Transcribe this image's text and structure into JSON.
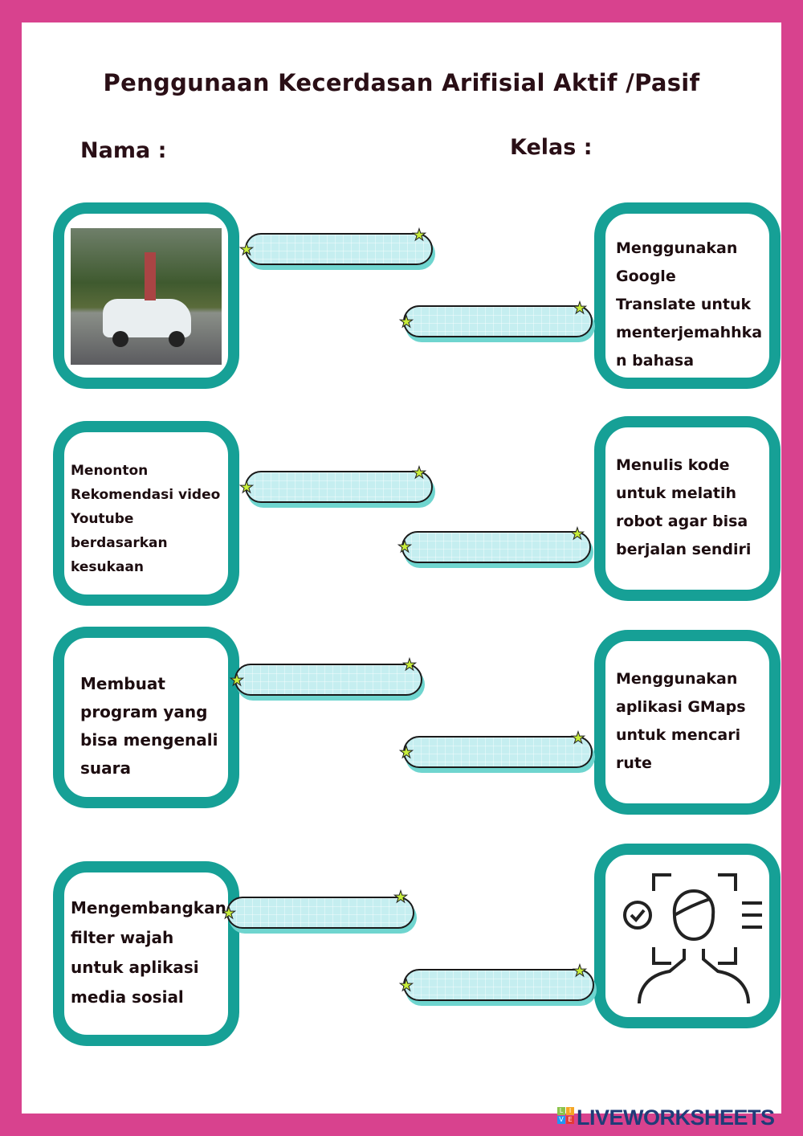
{
  "title": "Penggunaan Kecerdasan Arifisial Aktif /Pasif",
  "nama_label": "Nama :",
  "kelas_label": "Kelas  :",
  "left_cards": [
    {
      "type": "image",
      "description_icon": "google-street-view-car-photo"
    },
    {
      "text": "Menonton\nRekomendasi video\nYoutube\nberdasarkan\nkesukaan"
    },
    {
      "text": "Membuat\nprogram yang\nbisa mengenali\nsuara"
    },
    {
      "text": "Mengembangkan\nfilter wajah\nuntuk aplikasi\nmedia sosial"
    }
  ],
  "right_cards": [
    {
      "text": "Menggunakan\nGoogle\nTranslate untuk\nmenterjemahhka\nn bahasa"
    },
    {
      "text": "Menulis kode\nuntuk melatih\nrobot agar bisa\nberjalan sendiri"
    },
    {
      "text": "Menggunakan\naplikasi GMaps\nuntuk mencari\nrute"
    },
    {
      "type": "image",
      "description_icon": "face-recognition-icon"
    }
  ],
  "answers": [
    "",
    "",
    "",
    "",
    "",
    "",
    "",
    ""
  ],
  "logo": {
    "text": "LIVEWORKSHEETS",
    "letters": [
      "L",
      "I",
      "V",
      "E"
    ]
  },
  "colors": {
    "border": "#d8428e",
    "card": "#16a096",
    "cloud": "#c5eef0",
    "star": "#c8ee3a"
  }
}
